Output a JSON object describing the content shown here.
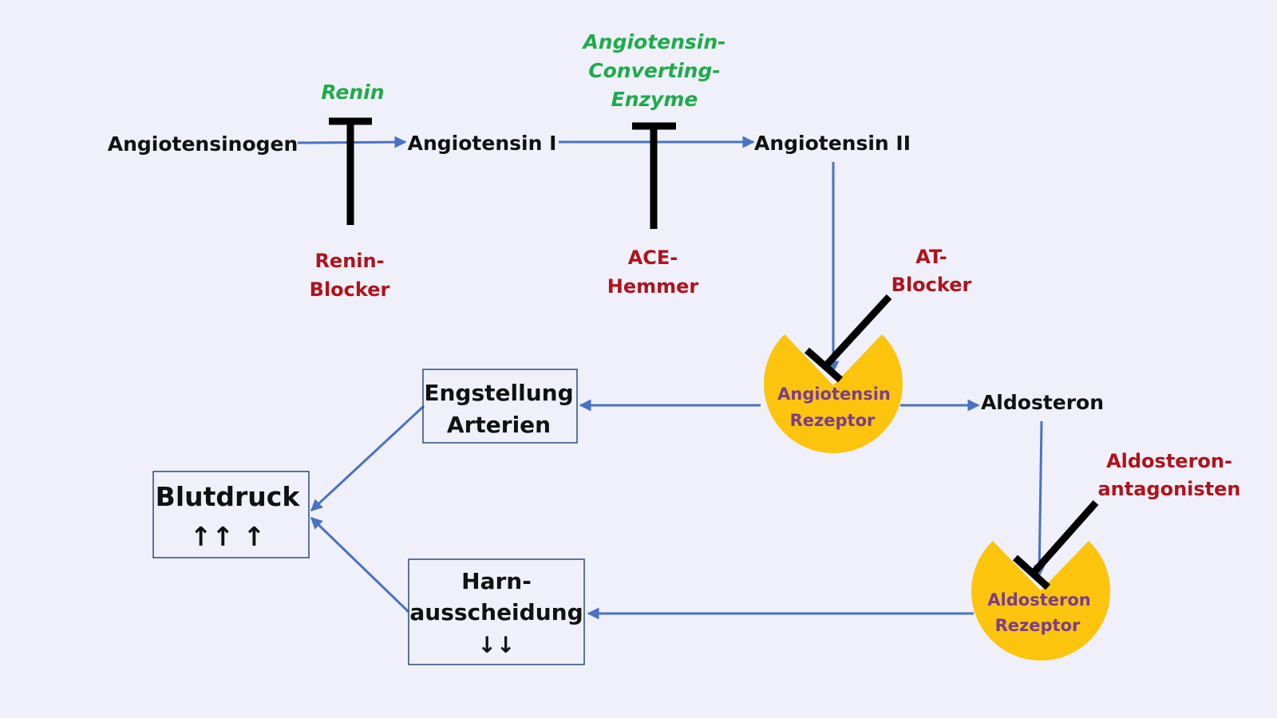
{
  "colors": {
    "background": "#eff0f9",
    "arrow": "#4a72c4",
    "enzyme": "#1fab4b",
    "drug": "#b0121b",
    "receptor_fill": "#fcc40d",
    "receptor_text": "#7a3d8c",
    "inhibitor": "#000000"
  },
  "molecules": {
    "angiotensinogen": "Angiotensinogen",
    "angiotensin1": "Angiotensin I",
    "angiotensin2": "Angiotensin II",
    "aldosteron": "Aldosteron"
  },
  "enzymes": {
    "renin": "Renin",
    "ace": [
      "Angiotensin-",
      "Converting-",
      "Enzyme"
    ]
  },
  "drugs": {
    "renin_blocker": [
      "Renin-",
      "Blocker"
    ],
    "ace_hemmer": [
      "ACE-",
      "Hemmer"
    ],
    "at_blocker": [
      "AT-",
      "Blocker"
    ],
    "aldosteron_antagonisten": [
      "Aldosteron-",
      "antagonisten"
    ]
  },
  "receptors": {
    "angiotensin": [
      "Angiotensin",
      "Rezeptor"
    ],
    "aldosteron": [
      "Aldosteron",
      "Rezeptor"
    ]
  },
  "boxes": {
    "engstellung": [
      "Engstellung",
      "Arterien"
    ],
    "blutdruck": [
      "Blutdruck",
      "↑↑ ↑"
    ],
    "harn": [
      "Harn-",
      "ausscheidung",
      "↓↓"
    ]
  }
}
